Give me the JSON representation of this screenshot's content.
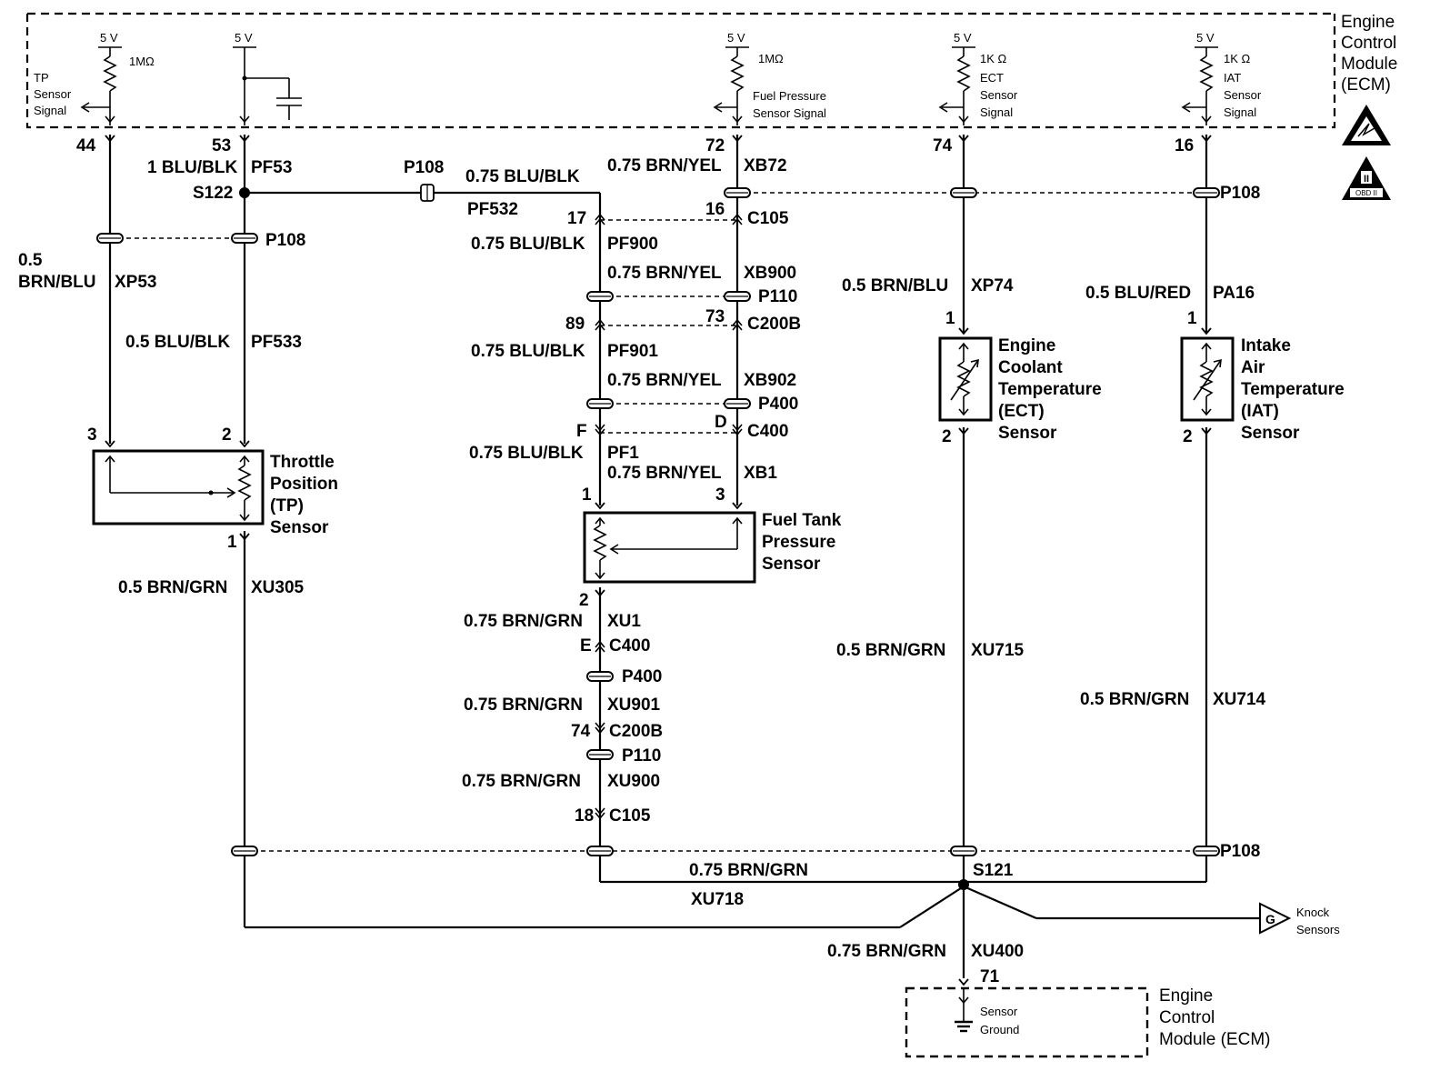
{
  "ecm": {
    "module_label": [
      "Engine",
      "Control",
      "Module",
      "(ECM)"
    ],
    "volts": "5 V",
    "r_1m": "1MΩ",
    "r_1m_b": "1MΩ",
    "r_1k_ect": "1K Ω",
    "r_1k_iat": "1K Ω",
    "tp_signal": [
      "TP",
      "Sensor",
      "Signal"
    ],
    "fuel_signal": [
      "Fuel Pressure",
      "Sensor Signal"
    ],
    "ect_signal": [
      "ECT",
      "Sensor",
      "Signal"
    ],
    "iat_signal": [
      "IAT",
      "Sensor",
      "Signal"
    ],
    "pins": {
      "p44": "44",
      "p53": "53",
      "p72": "72",
      "p74": "74",
      "p16": "16"
    },
    "ground_pin": "71",
    "ground_label": [
      "Sensor",
      "Ground"
    ],
    "bottom_label": [
      "Engine",
      "Control",
      "Module (ECM)"
    ],
    "obd_mark": "OBD II"
  },
  "wires": {
    "pf53": [
      "1 BLU/BLK",
      "PF53"
    ],
    "xb72": [
      "0.75 BRN/YEL",
      "XB72"
    ],
    "pf532": [
      "0.75 BLU/BLK",
      "PF532"
    ],
    "pf900": [
      "0.75 BLU/BLK",
      "PF900"
    ],
    "xb900": [
      "0.75 BRN/YEL",
      "XB900"
    ],
    "pf901": [
      "0.75 BLU/BLK",
      "PF901"
    ],
    "xb902": [
      "0.75 BRN/YEL",
      "XB902"
    ],
    "pf1": [
      "0.75 BLU/BLK",
      "PF1"
    ],
    "xb1": [
      "0.75 BRN/YEL",
      "XB1"
    ],
    "xp53": [
      "0.5",
      "BRN/BLU",
      "XP53"
    ],
    "pf533": [
      "0.5 BLU/BLK",
      "PF533"
    ],
    "xp74": [
      "0.5 BRN/BLU",
      "XP74"
    ],
    "pa16": [
      "0.5 BLU/RED",
      "PA16"
    ],
    "xu305": [
      "0.5 BRN/GRN",
      "XU305"
    ],
    "xu1": [
      "0.75 BRN/GRN",
      "XU1"
    ],
    "xu901": [
      "0.75 BRN/GRN",
      "XU901"
    ],
    "xu900": [
      "0.75 BRN/GRN",
      "XU900"
    ],
    "xu715": [
      "0.5 BRN/GRN",
      "XU715"
    ],
    "xu714": [
      "0.5 BRN/GRN",
      "XU714"
    ],
    "xu718": [
      "0.75 BRN/GRN",
      "XU718"
    ],
    "xu400": [
      "0.75 BRN/GRN",
      "XU400"
    ]
  },
  "connectors": {
    "p108": "P108",
    "p110": "P110",
    "p400": "P400",
    "c105": "C105",
    "c200b": "C200B",
    "c400": "C400",
    "s122": "S122",
    "s121": "S121",
    "pins": {
      "c105_17": "17",
      "c105_16": "16",
      "c200b_89": "89",
      "c200b_73": "73",
      "c400_f": "F",
      "c400_d": "D",
      "c400_e": "E",
      "c200b_74": "74",
      "c105_18": "18"
    }
  },
  "sensors": {
    "tp": {
      "name": [
        "Throttle",
        "Position",
        "(TP)",
        "Sensor"
      ],
      "pins": [
        "3",
        "2",
        "1"
      ]
    },
    "fuel": {
      "name": [
        "Fuel Tank",
        "Pressure",
        "Sensor"
      ],
      "pins": [
        "1",
        "3",
        "2"
      ]
    },
    "ect": {
      "name": [
        "Engine",
        "Coolant",
        "Temperature",
        "(ECT)",
        "Sensor"
      ],
      "pins": [
        "1",
        "2"
      ]
    },
    "iat": {
      "name": [
        "Intake",
        "Air",
        "Temperature",
        "(IAT)",
        "Sensor"
      ],
      "pins": [
        "1",
        "2"
      ]
    }
  },
  "knock": {
    "letter": "G",
    "label": [
      "Knock",
      "Sensors"
    ]
  }
}
